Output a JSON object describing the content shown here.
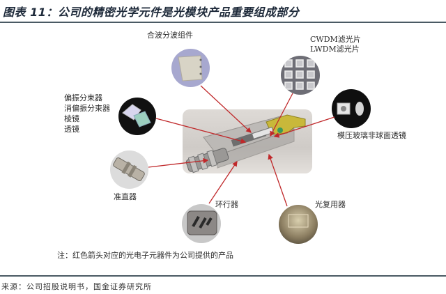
{
  "figure": {
    "title": "图表 11：公司的精密光学元件是光模块产品重要组成部分",
    "note": "注：红色箭头对应的光电子元器件为公司提供的产品",
    "source": "来源：公司招股说明书，国金证券研究所"
  },
  "components": [
    {
      "id": "mux-demux",
      "label_lines": [
        "合波分波组件"
      ]
    },
    {
      "id": "filters",
      "label_lines": [
        "CWDM滤光片",
        "LWDM滤光片"
      ]
    },
    {
      "id": "polarization",
      "label_lines": [
        "偏振分束器",
        "消偏振分束器",
        "棱镜",
        "透镜"
      ]
    },
    {
      "id": "aspheric-lens",
      "label_lines": [
        "模压玻璃非球面透镜"
      ]
    },
    {
      "id": "collimator",
      "label_lines": [
        "准直器"
      ]
    },
    {
      "id": "circulator",
      "label_lines": [
        "环行器"
      ]
    },
    {
      "id": "optical-multiplexer",
      "label_lines": [
        "光复用器"
      ]
    }
  ],
  "center": {
    "name": "光模块"
  },
  "colors": {
    "arrow": "#c0282a",
    "rule": "#4a5a64",
    "title": "#1e2a3a"
  }
}
